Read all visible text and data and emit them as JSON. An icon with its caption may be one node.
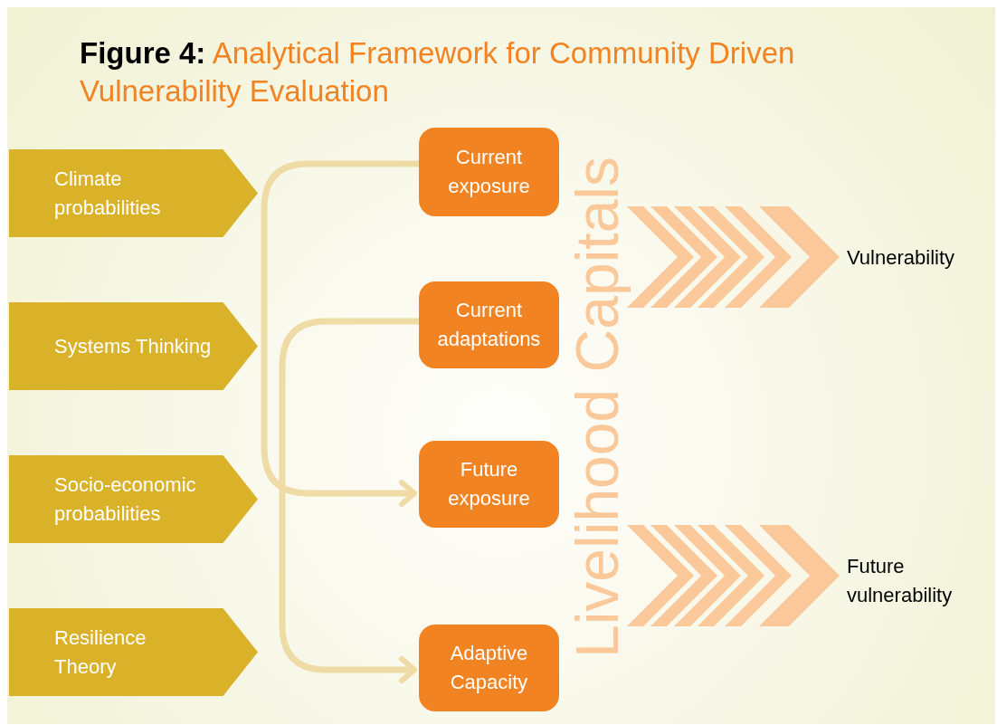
{
  "diagram": {
    "title": "**Figure 4:** Analytical Framework for Community Driven Vulnerability Evaluation",
    "nodes": [
      {
        "text": [
          "Climate probabilities"
        ]
      },
      {
        "text": [
          "Systems Thinking"
        ]
      },
      {
        "text": [
          "Socio-economic probabilities"
        ]
      },
      {
        "text": [
          "Resilience Theory"
        ]
      },
      {
        "text": [
          "Current exposure"
        ]
      },
      {
        "text": [
          "Current adaptations"
        ]
      },
      {
        "text": [
          "Future exposure"
        ]
      },
      {
        "text": [
          "Adaptive Capacity"
        ]
      },
      {
        "text": [
          "Vulnerability"
        ]
      },
      {
        "text": [
          "Future vulnerability"
        ]
      }
    ],
    "edges": [
      {
        "from": 4,
        "to": 6,
        "arrow": "to"
      },
      {
        "from": 5,
        "to": 7,
        "arrow": "to"
      },
      {
        "from": null,
        "to": 8,
        "arrow": "to",
        "style": "thick",
        "color": "#fbc899"
      },
      {
        "from": null,
        "to": 9,
        "arrow": "to",
        "style": "thick",
        "color": "#fbc899"
      }
    ],
    "labels": [
      "Livelihood Capitals"
    ]
  }
}
